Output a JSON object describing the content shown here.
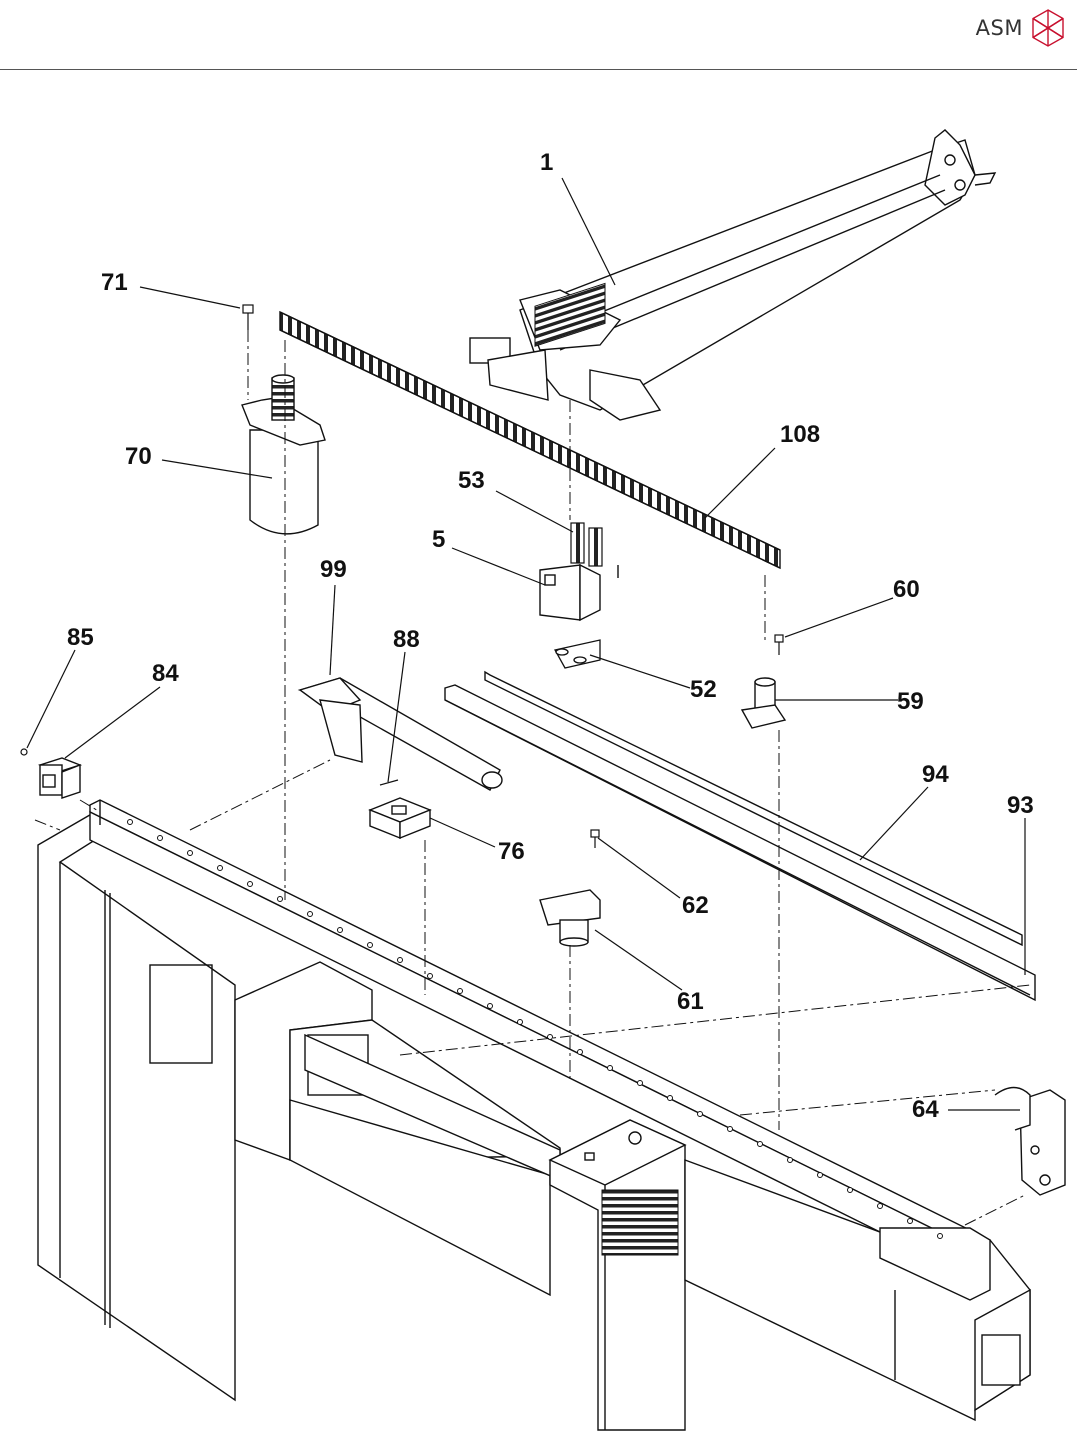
{
  "header": {
    "brand": "ASM"
  },
  "logo_color": "#c8102e",
  "callouts": [
    "1",
    "71",
    "70",
    "108",
    "53",
    "5",
    "99",
    "60",
    "85",
    "88",
    "84",
    "52",
    "59",
    "94",
    "93",
    "76",
    "62",
    "61",
    "64"
  ]
}
